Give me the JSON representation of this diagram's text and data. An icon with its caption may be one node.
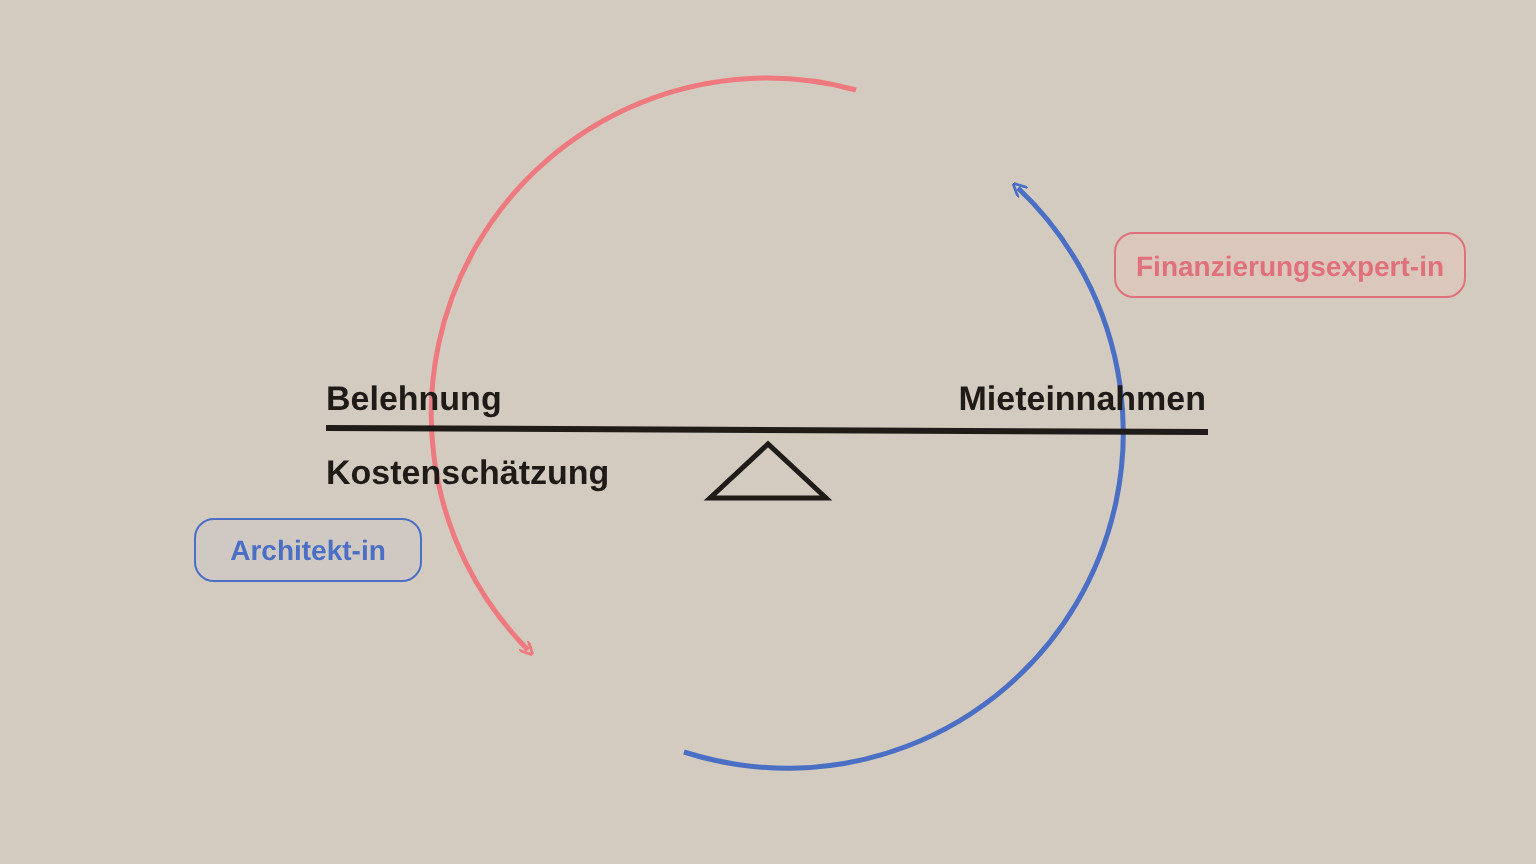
{
  "diagram": {
    "nodes": [
      {
        "text": [
          "Finanzierungsexpert-in"
        ]
      },
      {
        "text": [
          "Architekt-in"
        ]
      }
    ],
    "labels": [
      "Belehnung",
      "Mieteinnahmen",
      "Kostenschätzung"
    ]
  }
}
